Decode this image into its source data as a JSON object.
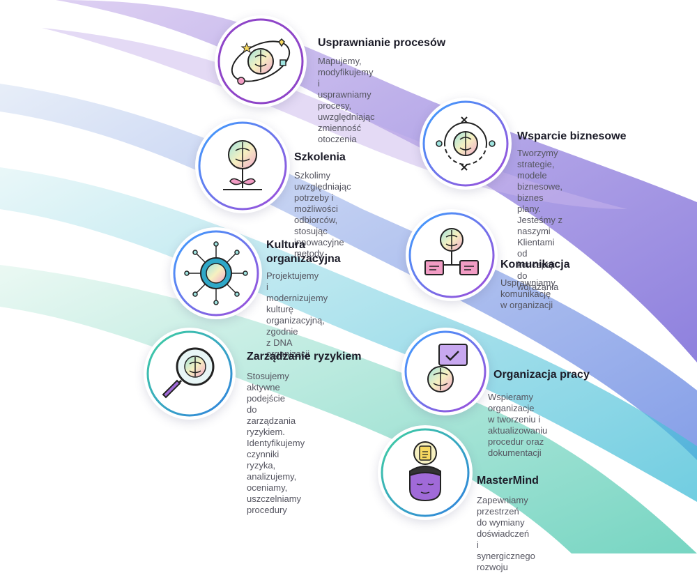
{
  "items": [
    {
      "title": "Usprawnianie procesów",
      "desc": "Mapujemy, modyfikujemy\ni usprawniamy procesy,\nuwzględniając zmienność\notoczenia",
      "icon": "brain-orbit-icon"
    },
    {
      "title": "Wsparcie biznesowe",
      "desc": "Tworzymy strategie,\nmodele biznesowe,\nbiznes plany.\nJesteśmy z naszymi\nKlientami od koncepcji\ndo wdrażania",
      "icon": "brain-cycle-icon"
    },
    {
      "title": "Szkolenia",
      "desc": "Szkolimy uwzględniając\npotrzeby i możliwości\nodbiorców, stosując\ninnowacyjne metody",
      "icon": "brain-plant-icon"
    },
    {
      "title": "Kultura\norganizacyjna",
      "desc": "Projektujemy\ni modernizujemy kulturę\norganizacyjną, zgodnie\nz DNA organizacji",
      "icon": "brain-network-icon"
    },
    {
      "title": "Komunikacja",
      "desc": "Usprawniamy\nkomunikację\nw organizacji",
      "icon": "brain-chat-icon"
    },
    {
      "title": "Zarządzanie ryzykiem",
      "desc": "Stosujemy aktywne podejście\ndo zarządzania ryzykiem.\nIdentyfikujemy czynniki ryzyka,\nanalizujemy, oceniamy,\nuszczelniamy procedury",
      "icon": "brain-magnifier-icon"
    },
    {
      "title": "Organizacja pracy",
      "desc": "Wspieramy organizacje\nw tworzeniu i aktualizowaniu\nprocedur oraz dokumentacji",
      "icon": "brain-checklist-icon"
    },
    {
      "title": "MasterMind",
      "desc": "Zapewniamy przestrzeń\ndo wymiany doświadczeń\ni synergicznego rozwoju",
      "icon": "head-clipboard-icon"
    }
  ],
  "colors": {
    "purple": "#8e44c8",
    "blue": "#2f7fe0",
    "teal": "#2fc4c0",
    "green": "#40c98a",
    "pink": "#f29cc4"
  }
}
